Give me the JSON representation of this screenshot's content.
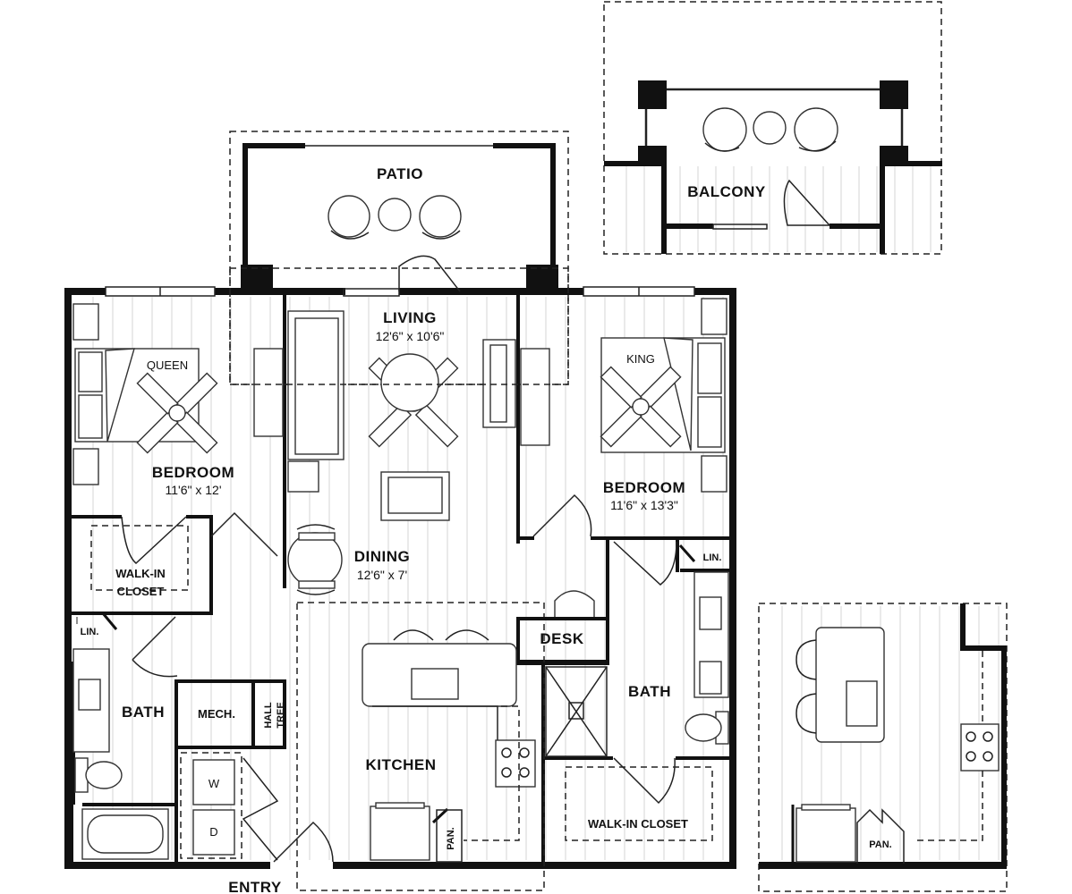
{
  "rooms": {
    "patio": "PATIO",
    "balcony": "BALCONY",
    "living": "LIVING",
    "living_dim": "12'6\" x 10'6\"",
    "bedroom_left": "BEDROOM",
    "bedroom_left_dim": "11'6\" x 12'",
    "bedroom_right": "BEDROOM",
    "bedroom_right_dim": "11'6\" x 13'3\"",
    "dining": "DINING",
    "dining_dim": "12'6\" x 7'",
    "walkin_left_line1": "WALK-IN",
    "walkin_left_line2": "CLOSET",
    "walkin_right": "WALK-IN CLOSET",
    "kitchen": "KITCHEN",
    "bath_left": "BATH",
    "bath_right": "BATH",
    "mech": "MECH.",
    "hall_tree_line1": "HALL",
    "hall_tree_line2": "TREE",
    "desk": "DESK",
    "lin_left": "LIN.",
    "lin_right": "LIN.",
    "pan_main": "PAN.",
    "pan_alt": "PAN.",
    "entry": "ENTRY",
    "washer": "W",
    "dryer": "D"
  },
  "beds": {
    "queen": "QUEEN",
    "king": "KING"
  },
  "colors": {
    "wall": "#111111",
    "floor_lines": "#d4d4d4",
    "background": "#ffffff"
  }
}
